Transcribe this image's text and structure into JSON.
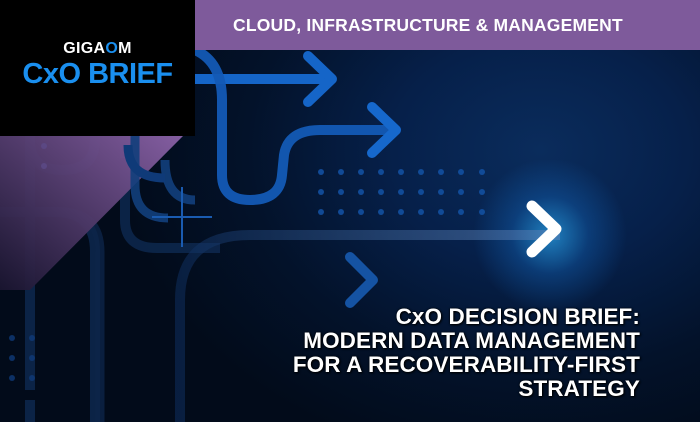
{
  "header": {
    "category": "CLOUD, INFRASTRUCTURE & MANAGEMENT"
  },
  "logo": {
    "brand_prefix": "GIGA",
    "brand_o": "O",
    "brand_suffix": "M",
    "product": "CxO BRIEF"
  },
  "title": {
    "lines": [
      "CxO DECISION BRIEF:",
      "MODERN DATA MANAGEMENT",
      "FOR A RECOVERABILITY-FIRST",
      "STRATEGY"
    ]
  },
  "colors": {
    "category_band": "#7e5a9b",
    "logo_background": "#000000",
    "logo_accent": "#1a8fef",
    "background_dark": "#020c1c",
    "arrow_blue": "#1565c8",
    "arrow_highlight": "#ffffff"
  },
  "decorations": {
    "icons": [
      "arrow-right-icon",
      "arrow-right-icon",
      "arrow-right-icon",
      "arrow-right-icon",
      "plus-icon",
      "dot-grid"
    ]
  }
}
